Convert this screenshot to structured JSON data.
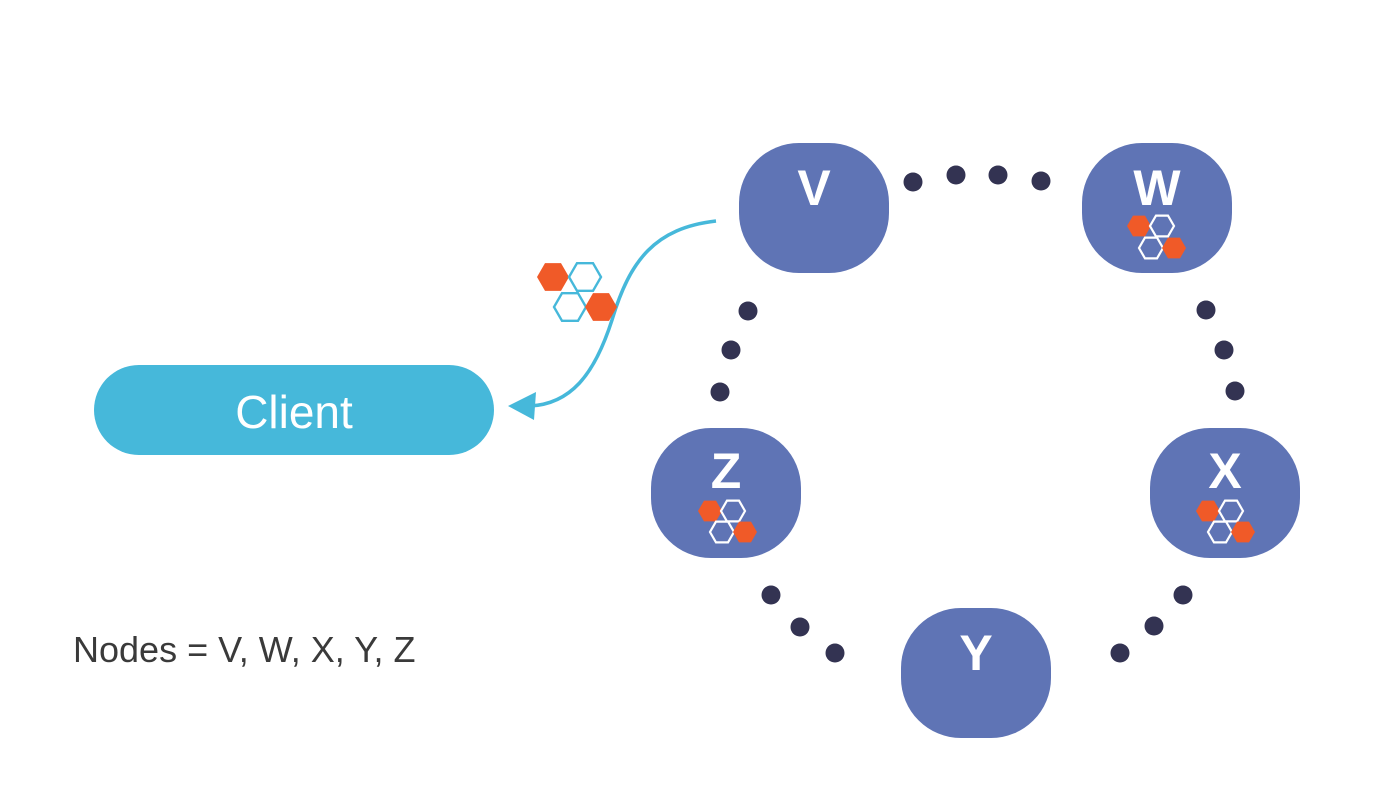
{
  "colors": {
    "node_fill": "#5f74b5",
    "client_fill": "#46b8da",
    "dot_fill": "#333352",
    "accent": "#f05a28"
  },
  "client": {
    "label": "Client"
  },
  "nodes": [
    {
      "id": "V",
      "label": "V",
      "has_data": false
    },
    {
      "id": "W",
      "label": "W",
      "has_data": true
    },
    {
      "id": "X",
      "label": "X",
      "has_data": true
    },
    {
      "id": "Y",
      "label": "Y",
      "has_data": false
    },
    {
      "id": "Z",
      "label": "Z",
      "has_data": true
    }
  ],
  "edges": [
    {
      "from": "V",
      "to": "W",
      "style": "dotted"
    },
    {
      "from": "W",
      "to": "X",
      "style": "dotted"
    },
    {
      "from": "X",
      "to": "Y",
      "style": "dotted"
    },
    {
      "from": "Y",
      "to": "Z",
      "style": "dotted"
    },
    {
      "from": "Z",
      "to": "V",
      "style": "dotted"
    },
    {
      "from": "V",
      "to": "Client",
      "style": "arrow",
      "carries": "data-hexagons"
    }
  ],
  "legend": {
    "text": "Nodes = V, W, X, Y, Z"
  }
}
